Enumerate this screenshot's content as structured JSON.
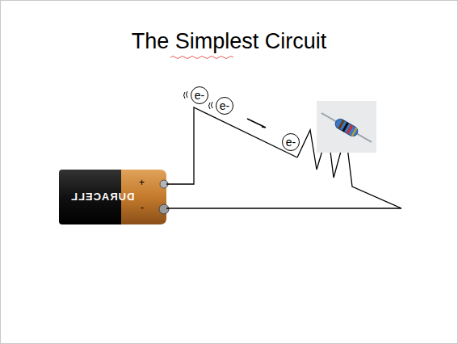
{
  "diagram": {
    "title": "The Simplest Circuit",
    "nodes": [
      {
        "text": [
          "e-"
        ]
      },
      {
        "text": [
          "e-"
        ]
      },
      {
        "text": [
          "e-"
        ]
      }
    ],
    "labels": [
      "DURACELL",
      "+",
      "-"
    ]
  }
}
